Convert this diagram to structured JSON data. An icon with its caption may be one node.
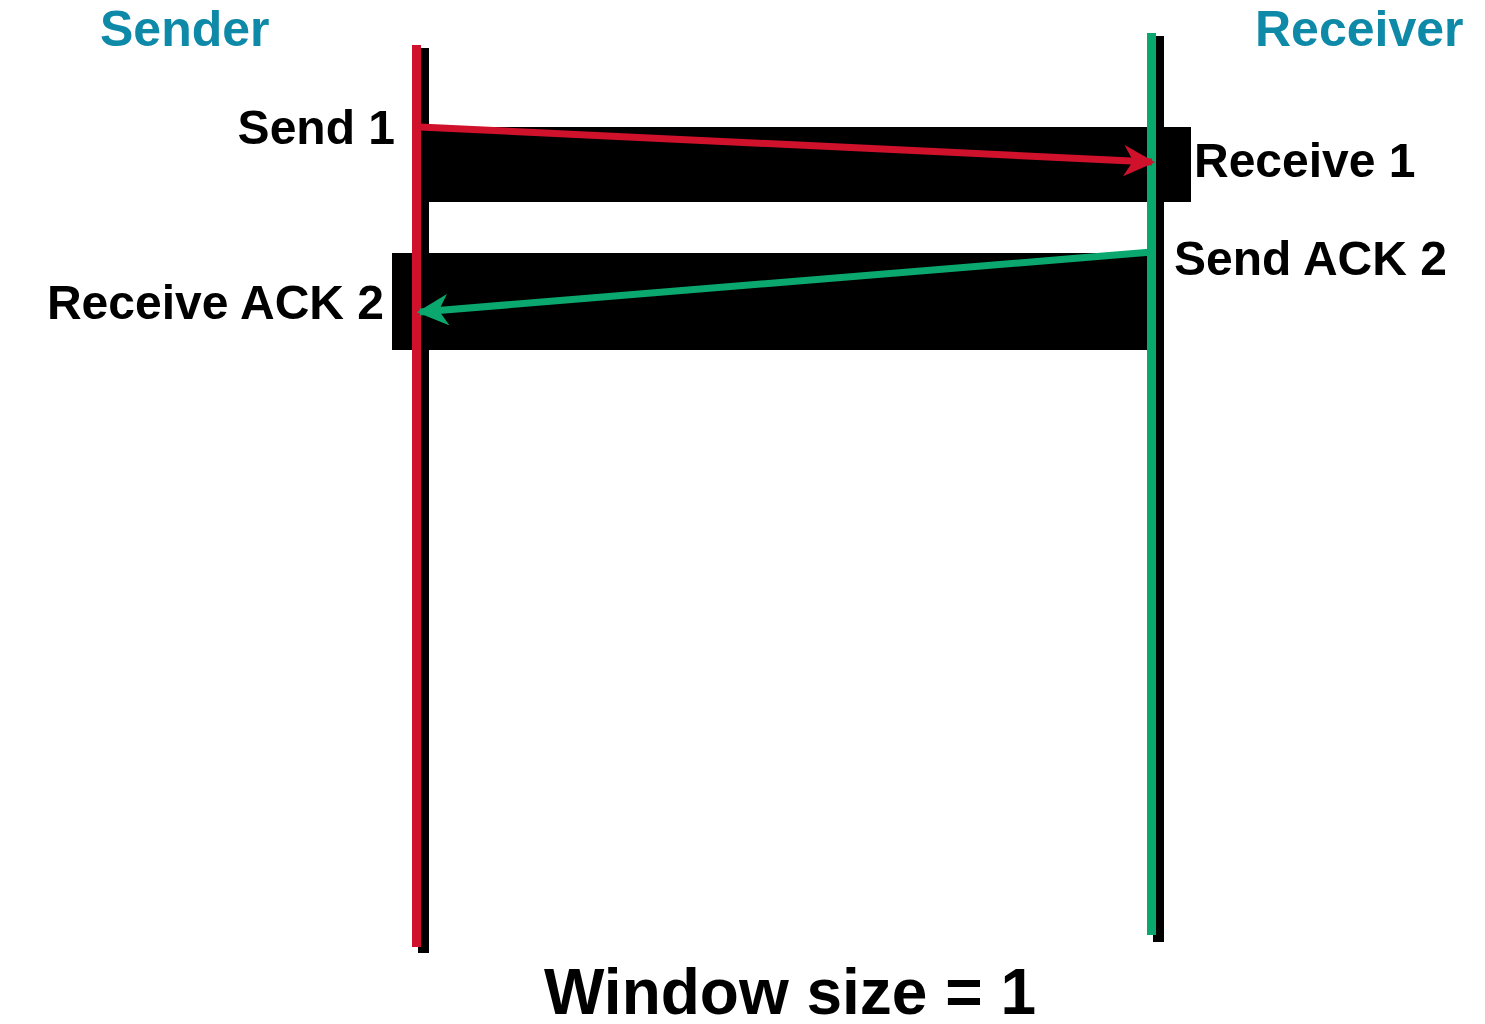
{
  "diagram": {
    "caption": "Window size = 1",
    "nodes": [
      {
        "text": [
          "Sender"
        ]
      },
      {
        "text": [
          "Receiver"
        ]
      },
      {
        "text": [
          "Send 1"
        ]
      },
      {
        "text": [
          "Receive 1"
        ]
      },
      {
        "text": [
          "Send ACK 2"
        ]
      },
      {
        "text": [
          "Receive ACK 2"
        ]
      }
    ],
    "edges": [
      {
        "from": 2,
        "to": 3,
        "arrow": "to",
        "color": "#d0112b"
      },
      {
        "from": 4,
        "to": 5,
        "arrow": "to",
        "color": "#0aa86e"
      }
    ]
  }
}
